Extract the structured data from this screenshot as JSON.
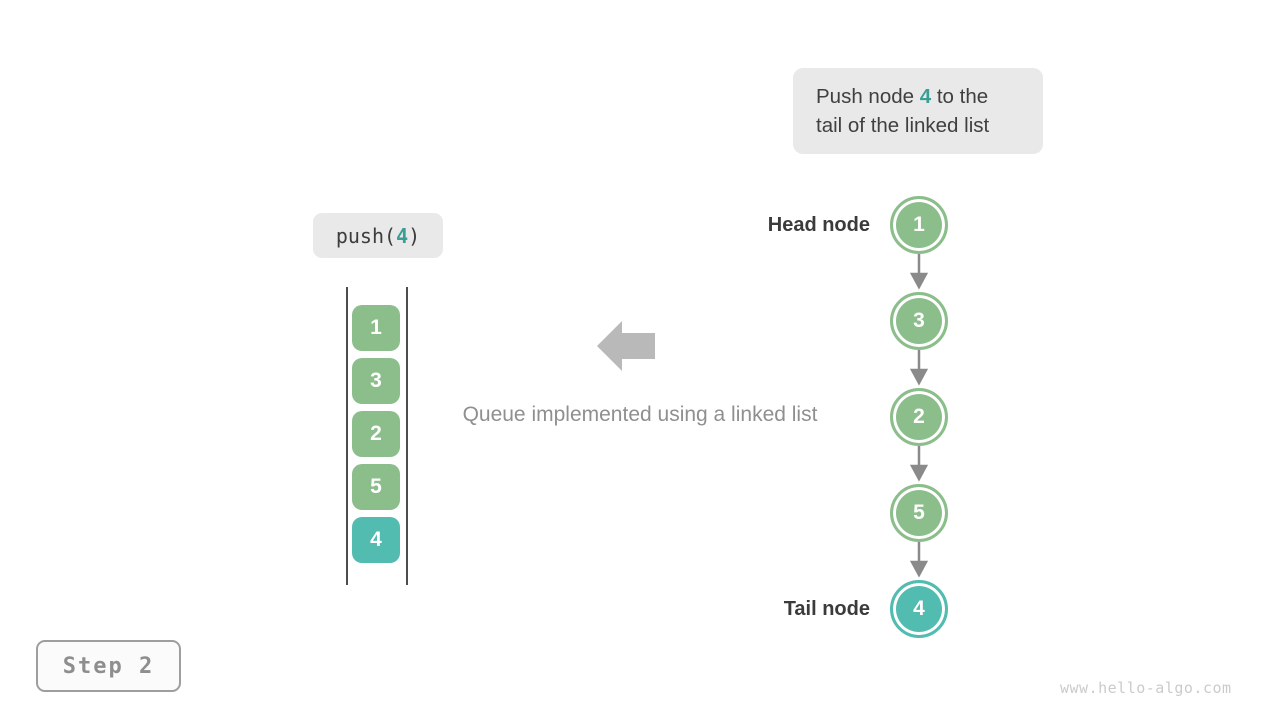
{
  "callout": {
    "line1_prefix": "Push node ",
    "highlight": "4",
    "line1_suffix": " to the",
    "line2": "tail of the linked list"
  },
  "push_call": {
    "prefix": "push(",
    "arg": "4",
    "suffix": ")"
  },
  "stack": {
    "items": [
      {
        "value": "1",
        "color": "green"
      },
      {
        "value": "3",
        "color": "green"
      },
      {
        "value": "2",
        "color": "green"
      },
      {
        "value": "5",
        "color": "green"
      },
      {
        "value": "4",
        "color": "teal"
      }
    ]
  },
  "caption": "Queue implemented using a linked list",
  "linked_list": {
    "head_label": "Head node",
    "tail_label": "Tail node",
    "nodes": [
      {
        "value": "1",
        "color": "green"
      },
      {
        "value": "3",
        "color": "green"
      },
      {
        "value": "2",
        "color": "green"
      },
      {
        "value": "5",
        "color": "green"
      },
      {
        "value": "4",
        "color": "teal"
      }
    ]
  },
  "step_badge": "Step 2",
  "watermark": "www.hello-algo.com",
  "colors": {
    "node_green": "#8cbe8c",
    "node_teal": "#52bcb1",
    "highlight_text_teal": "#3a9e94",
    "box_background": "#e9e9e9",
    "dark_text": "#3c3c3c",
    "caption_gray": "#8f8f8f",
    "connector_gray": "#8a8a8a",
    "big_arrow_gray": "#b9b9b9",
    "watermark_gray": "#cbcbcb"
  }
}
